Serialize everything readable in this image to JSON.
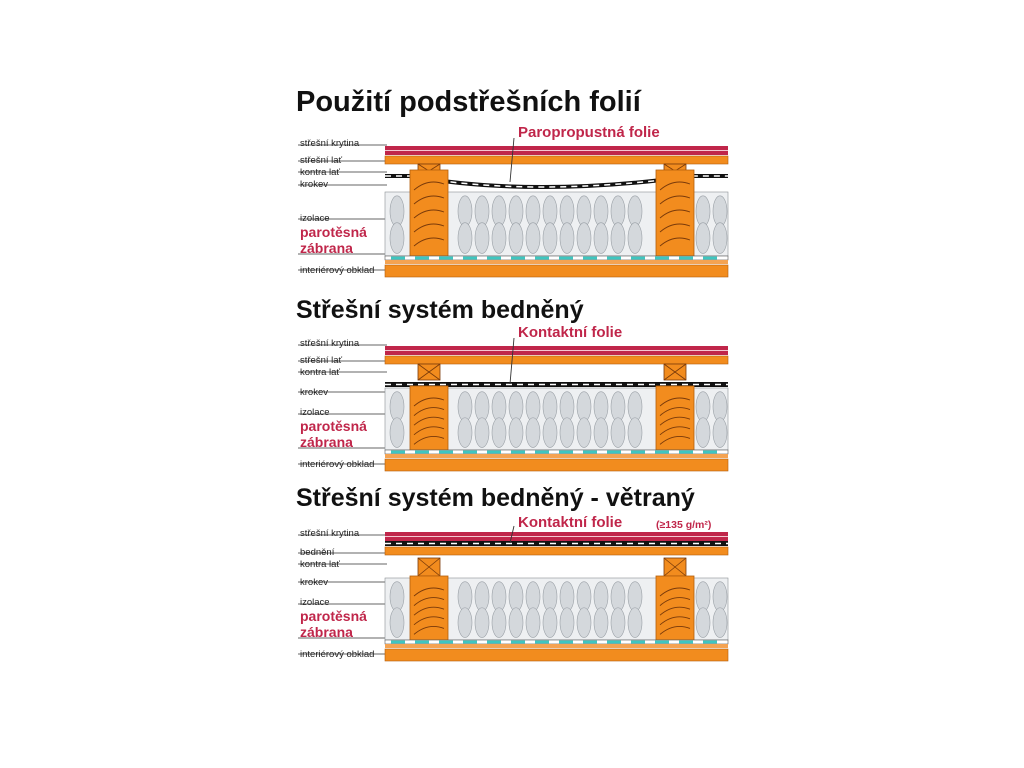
{
  "titles": {
    "main": "Použití podstřešních folií",
    "section2": "Střešní systém bedněný",
    "section3": "Střešní systém bedněný - větraný"
  },
  "sections": [
    {
      "foil_label": "Paropropustná folie",
      "labels": [
        "střešní krytina",
        "střešní lať",
        "kontra lať",
        "krokev",
        "izolace",
        "interiérový obklad"
      ],
      "barrier": [
        "parotěsná",
        "zábrana"
      ]
    },
    {
      "foil_label": "Kontaktní folie",
      "labels": [
        "střešní krytina",
        "střešní lať",
        "kontra lať",
        "krokev",
        "izolace",
        "interiérový obklad"
      ],
      "barrier": [
        "parotěsná",
        "zábrana"
      ]
    },
    {
      "foil_label": "Kontaktní folie",
      "foil_note": "(≥135 g/m²)",
      "labels": [
        "střešní krytina",
        "bednění",
        "kontra lať",
        "krokev",
        "izolace",
        "interiérový obklad"
      ],
      "barrier": [
        "parotěsná",
        "zábrana"
      ]
    }
  ],
  "colors": {
    "wood": "#f28c1e",
    "wood_grain": "#7a3a0a",
    "roofing": "#c0264a",
    "insulation": "#d4d8dc",
    "vapor_barrier": "#3ec6c0",
    "accent_text": "#c0264a"
  }
}
